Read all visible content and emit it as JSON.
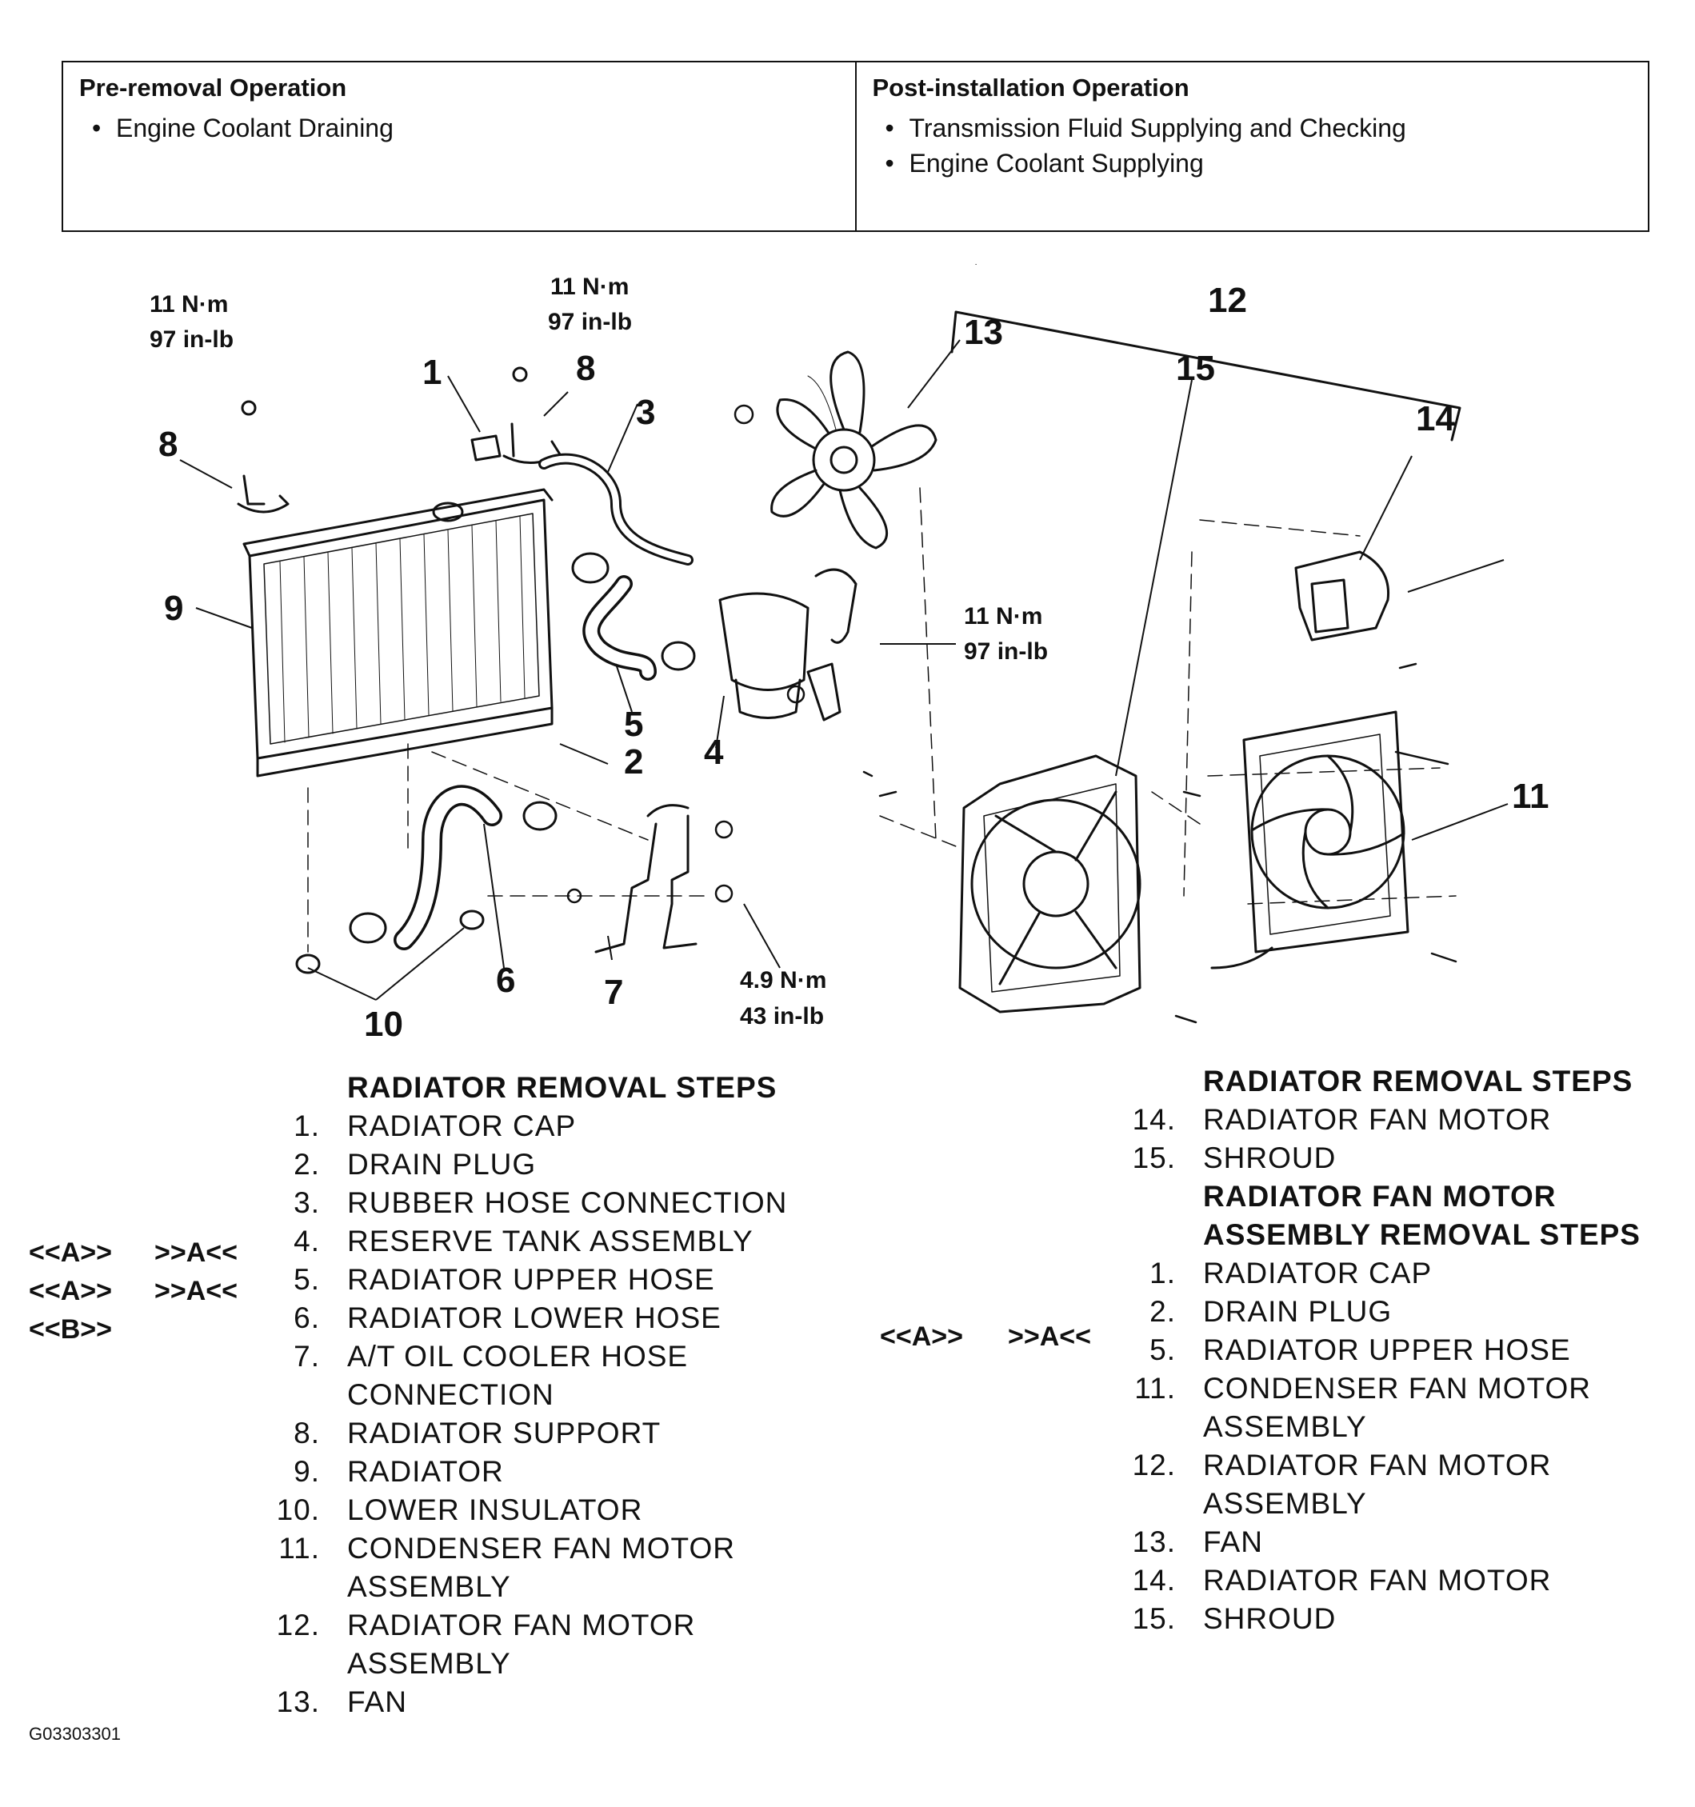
{
  "operations": {
    "pre": {
      "title": "Pre-removal Operation",
      "items": [
        "Engine Coolant Draining"
      ]
    },
    "post": {
      "title": "Post-installation Operation",
      "items": [
        "Transmission Fluid Supplying and Checking",
        "Engine Coolant Supplying"
      ]
    }
  },
  "diagram": {
    "callouts": [
      "1",
      "2",
      "3",
      "4",
      "5",
      "6",
      "7",
      "8",
      "8",
      "9",
      "10",
      "11",
      "12",
      "13",
      "14",
      "15"
    ],
    "torques": [
      {
        "nm": "11 N·m",
        "inlb": "97 in-lb"
      },
      {
        "nm": "11 N·m",
        "inlb": "97 in-lb"
      },
      {
        "nm": "11 N·m",
        "inlb": "97 in-lb"
      },
      {
        "nm": "4.9 N·m",
        "inlb": "43 in-lb"
      }
    ]
  },
  "left_steps": {
    "heading": "RADIATOR REMOVAL STEPS",
    "rows": [
      {
        "n": "1.",
        "t": "RADIATOR CAP"
      },
      {
        "n": "2.",
        "t": "DRAIN PLUG"
      },
      {
        "n": "3.",
        "t": "RUBBER HOSE CONNECTION"
      },
      {
        "n": "4.",
        "t": "RESERVE TANK ASSEMBLY"
      },
      {
        "n": "5.",
        "t": "RADIATOR UPPER HOSE"
      },
      {
        "n": "6.",
        "t": "RADIATOR LOWER HOSE"
      },
      {
        "n": "7.",
        "t": "A/T OIL COOLER HOSE"
      },
      {
        "n": "",
        "t": "CONNECTION"
      },
      {
        "n": "8.",
        "t": "RADIATOR SUPPORT"
      },
      {
        "n": "9.",
        "t": "RADIATOR"
      },
      {
        "n": "10.",
        "t": "LOWER INSULATOR"
      },
      {
        "n": "11.",
        "t": "CONDENSER FAN MOTOR"
      },
      {
        "n": "",
        "t": "ASSEMBLY"
      },
      {
        "n": "12.",
        "t": "RADIATOR FAN MOTOR"
      },
      {
        "n": "",
        "t": "ASSEMBLY"
      },
      {
        "n": "13.",
        "t": "FAN"
      }
    ],
    "marks": [
      {
        "removal": "",
        "install": ""
      },
      {
        "removal": "",
        "install": ""
      },
      {
        "removal": "",
        "install": ""
      },
      {
        "removal": "",
        "install": ""
      },
      {
        "removal": "<<A>>",
        "install": ">>A<<"
      },
      {
        "removal": "<<A>>",
        "install": ">>A<<"
      },
      {
        "removal": "<<B>>",
        "install": ""
      }
    ]
  },
  "right_steps": {
    "heading1": "RADIATOR REMOVAL STEPS",
    "rows1": [
      {
        "n": "14.",
        "t": "RADIATOR FAN MOTOR"
      },
      {
        "n": "15.",
        "t": "SHROUD"
      }
    ],
    "heading2a": "RADIATOR FAN MOTOR",
    "heading2b": "ASSEMBLY REMOVAL STEPS",
    "rows2": [
      {
        "n": "1.",
        "t": "RADIATOR CAP"
      },
      {
        "n": "2.",
        "t": "DRAIN PLUG"
      },
      {
        "n": "5.",
        "t": "RADIATOR UPPER HOSE"
      },
      {
        "n": "11.",
        "t": "CONDENSER FAN MOTOR"
      },
      {
        "n": "",
        "t": "ASSEMBLY"
      },
      {
        "n": "12.",
        "t": "RADIATOR FAN MOTOR"
      },
      {
        "n": "",
        "t": "ASSEMBLY"
      },
      {
        "n": "13.",
        "t": "FAN"
      },
      {
        "n": "14.",
        "t": "RADIATOR FAN MOTOR"
      },
      {
        "n": "15.",
        "t": "SHROUD"
      }
    ],
    "mark_removal": "<<A>>",
    "mark_install": ">>A<<"
  },
  "figure_code": "G03303301"
}
